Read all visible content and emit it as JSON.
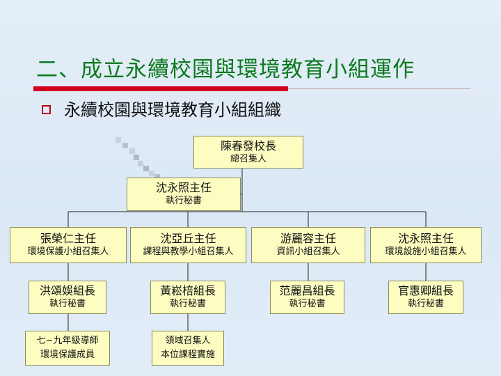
{
  "title": "二、成立永續校園與環境教育小組運作",
  "subtitle": "永續校園與環境教育小組組織",
  "nodes": {
    "principal": {
      "name": "陳春發校長",
      "role": "總召集人"
    },
    "exec_secretary": {
      "name": "沈永照主任",
      "role": "執行秘書"
    },
    "env_conv": {
      "name": "張榮仁主任",
      "role": "環境保護小組召集人"
    },
    "curr_conv": {
      "name": "沈亞丘主任",
      "role": "課程與教學小組召集人"
    },
    "info_conv": {
      "name": "游麗容主任",
      "role": "資訊小組召集人"
    },
    "facility_conv": {
      "name": "沈永照主任",
      "role": "環境設施小組召集人"
    },
    "env_leader": {
      "name": "洪頌娛組長",
      "role": "執行秘書"
    },
    "curr_leader": {
      "name": "黃崧棓組長",
      "role": "執行秘書"
    },
    "info_leader": {
      "name": "范麗昌組長",
      "role": "執行秘書"
    },
    "facility_leader": {
      "name": "官惠卿組長",
      "role": "執行秘書"
    },
    "env_members": {
      "name": "七~九年級導師",
      "role": "環境保護成員"
    },
    "curr_members": {
      "name": "領域召集人",
      "role": "本位課程實施"
    }
  },
  "colors": {
    "title": "#0b7a1e",
    "rule": "#d2001e",
    "box_fill": "#fdfdc2"
  }
}
